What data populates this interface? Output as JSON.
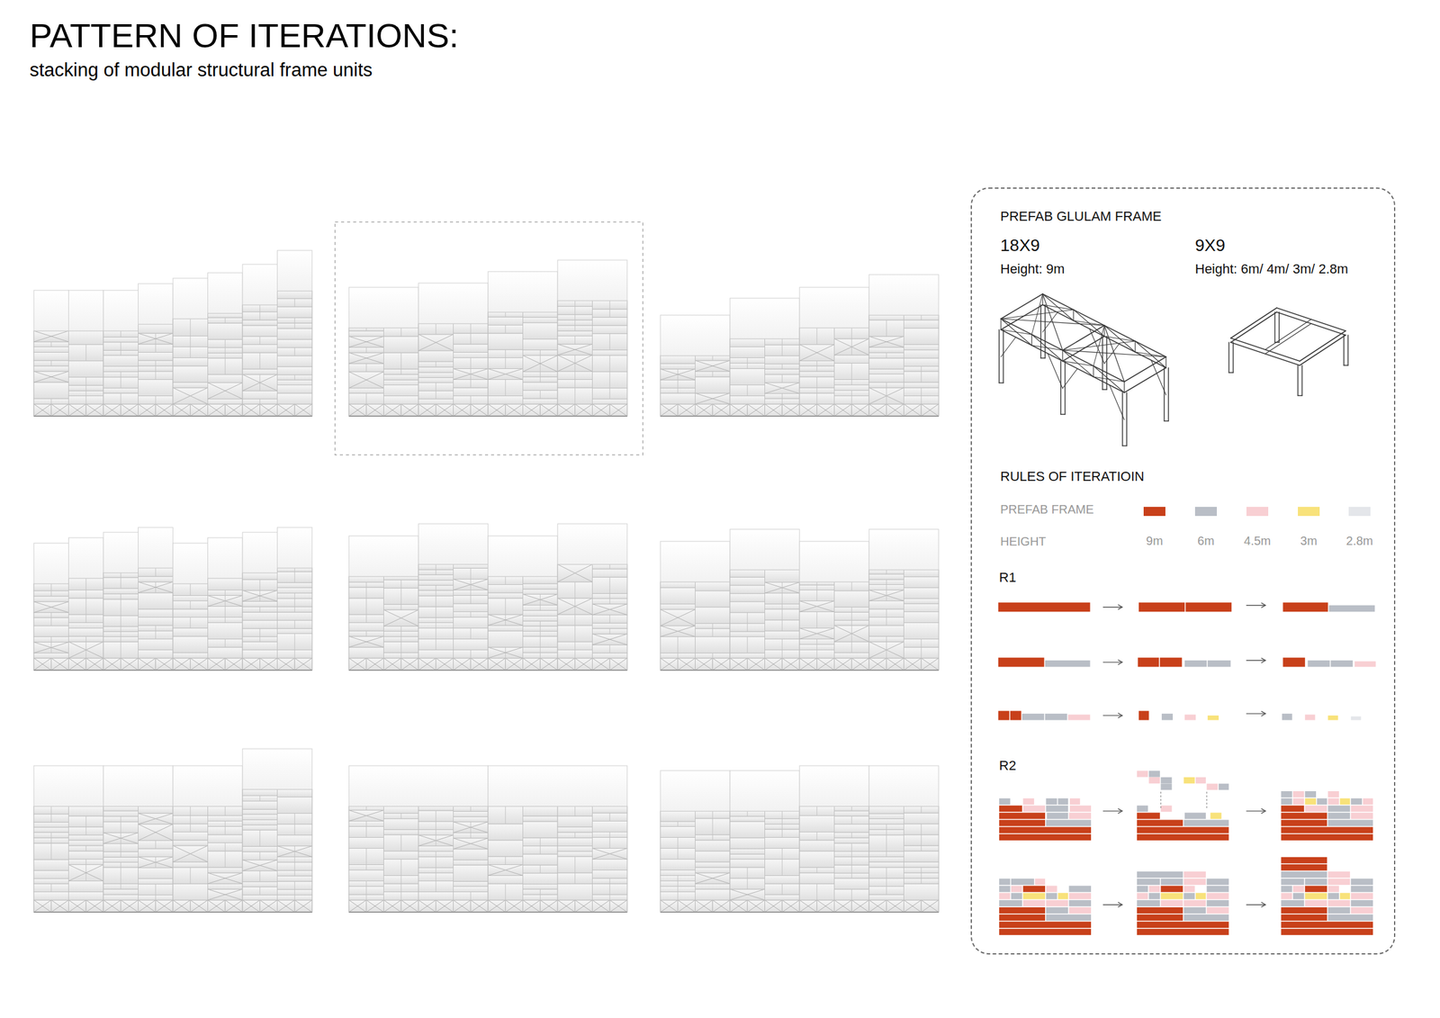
{
  "diagram": {
    "title": "PATTERN OF ITERATIONS:",
    "caption": "stacking of modular structural frame units",
    "nodes": [
      {
        "text": [
          "PREFAB GLULAM FRAME",
          "18X9",
          "Height: 9m",
          "9X9",
          "Height: 6m/ 4m/ 3m/ 2.8m",
          "RULES OF ITERATIOIN",
          "PREFAB FRAME",
          "HEIGHT",
          "R1",
          "R2"
        ]
      }
    ],
    "legend": [
      {
        "text": "9m",
        "color": "#c8401a"
      },
      {
        "text": "6m",
        "color": "#b9bec6"
      },
      {
        "text": "4.5m",
        "color": "#f8cfd3"
      },
      {
        "text": "3m",
        "color": "#f8e27a"
      },
      {
        "text": "2.8m",
        "color": "#e4e6ea"
      }
    ]
  }
}
